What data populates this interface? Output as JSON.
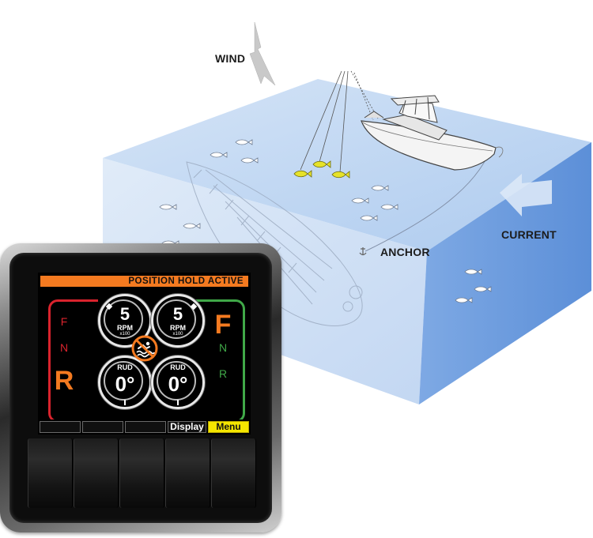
{
  "scene": {
    "wind_label": "WIND",
    "anchor_label": "ANCHOR",
    "current_label": "CURRENT"
  },
  "display": {
    "status_banner": "POSITION HOLD ACTIVE",
    "left_engine": {
      "gears": [
        "F",
        "N",
        "R"
      ],
      "active_gear": "R",
      "rpm_value": "5",
      "rpm_unit": "RPM",
      "rpm_scale": "x100",
      "rudder_label": "RUD",
      "rudder_value": "0°"
    },
    "right_engine": {
      "gears": [
        "F",
        "N",
        "R"
      ],
      "active_gear": "F",
      "rpm_value": "5",
      "rpm_unit": "RPM",
      "rpm_scale": "x100",
      "rudder_label": "RUD",
      "rudder_value": "0°"
    },
    "center_icon": "no-swimming-icon",
    "softkeys": [
      "",
      "",
      "",
      "Display",
      "Menu"
    ]
  },
  "colors": {
    "banner": "#f47a20",
    "left_frame": "#d9232d",
    "right_frame": "#40a848",
    "active_gear": "#f47a20",
    "menu_key": "#f5e600",
    "water_top": "#c6daf2",
    "water_side": "#8fb6e8"
  },
  "icons": {
    "wind_arrow": "wind-arrow-icon",
    "current_arrow": "current-arrow-icon",
    "boat": "boat-icon",
    "anchor": "anchor-icon",
    "fish": "fish-icon"
  }
}
